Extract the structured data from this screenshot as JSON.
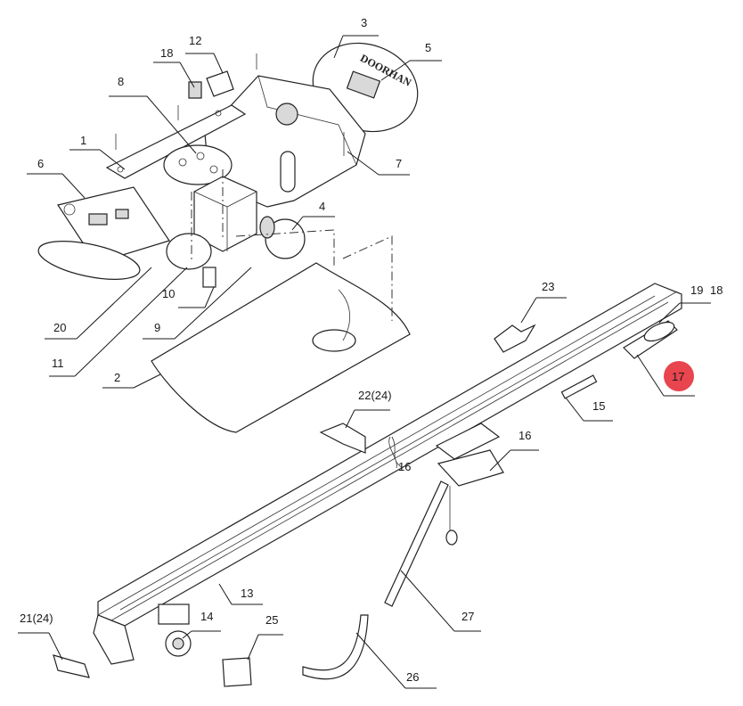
{
  "logo_text": "DOORHAN",
  "callouts": [
    {
      "id": "1",
      "label": "1"
    },
    {
      "id": "2",
      "label": "2"
    },
    {
      "id": "3",
      "label": "3"
    },
    {
      "id": "4",
      "label": "4"
    },
    {
      "id": "5",
      "label": "5"
    },
    {
      "id": "6",
      "label": "6"
    },
    {
      "id": "7",
      "label": "7"
    },
    {
      "id": "8",
      "label": "8"
    },
    {
      "id": "9",
      "label": "9"
    },
    {
      "id": "10",
      "label": "10"
    },
    {
      "id": "11",
      "label": "11"
    },
    {
      "id": "12",
      "label": "12"
    },
    {
      "id": "13",
      "label": "13"
    },
    {
      "id": "14",
      "label": "14"
    },
    {
      "id": "15",
      "label": "15"
    },
    {
      "id": "16",
      "label": "16"
    },
    {
      "id": "16b",
      "label": "16"
    },
    {
      "id": "17",
      "label": "17"
    },
    {
      "id": "18a",
      "label": "18"
    },
    {
      "id": "18b",
      "label": "18"
    },
    {
      "id": "19",
      "label": "19"
    },
    {
      "id": "20",
      "label": "20"
    },
    {
      "id": "21",
      "label": "21(24)"
    },
    {
      "id": "22",
      "label": "22(24)"
    },
    {
      "id": "23",
      "label": "23"
    },
    {
      "id": "25",
      "label": "25"
    },
    {
      "id": "26",
      "label": "26"
    },
    {
      "id": "27",
      "label": "27"
    }
  ],
  "colors": {
    "highlight": "#e8454f",
    "line": "#1a1a1a"
  }
}
